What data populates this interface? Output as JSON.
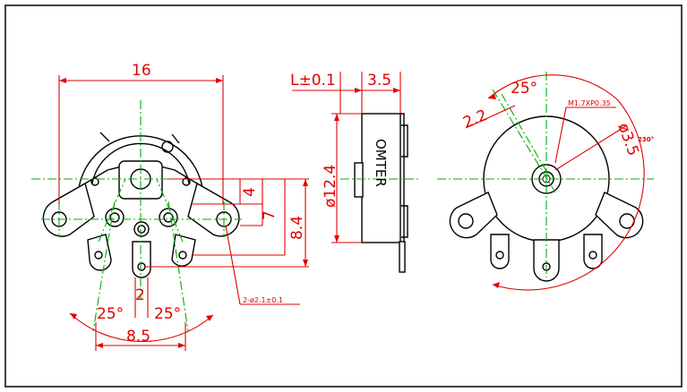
{
  "left_view": {
    "width_label": "16",
    "dim_4": "4",
    "dim_7": "7",
    "dim_8_4": "8.4",
    "dim_2": "2",
    "angle_left": "25°",
    "angle_right": "25°",
    "dim_8_5": "8.5",
    "hole_note": "2-ø2.1±0.1"
  },
  "side_view": {
    "thickness_label": "L±0.1",
    "shaft_label": "3.5",
    "diameter_label": "ø12.4",
    "body_text": "OMTER"
  },
  "right_view": {
    "angle_top": "25°",
    "dim_2_2": "2.2",
    "thread_note": "M1.7XP0.35",
    "shaft_dia": "ø3.5",
    "rotation_angle": "230°"
  },
  "colors": {
    "outline": "#000000",
    "dimension": "#e00000",
    "centerline": "#00b000"
  }
}
